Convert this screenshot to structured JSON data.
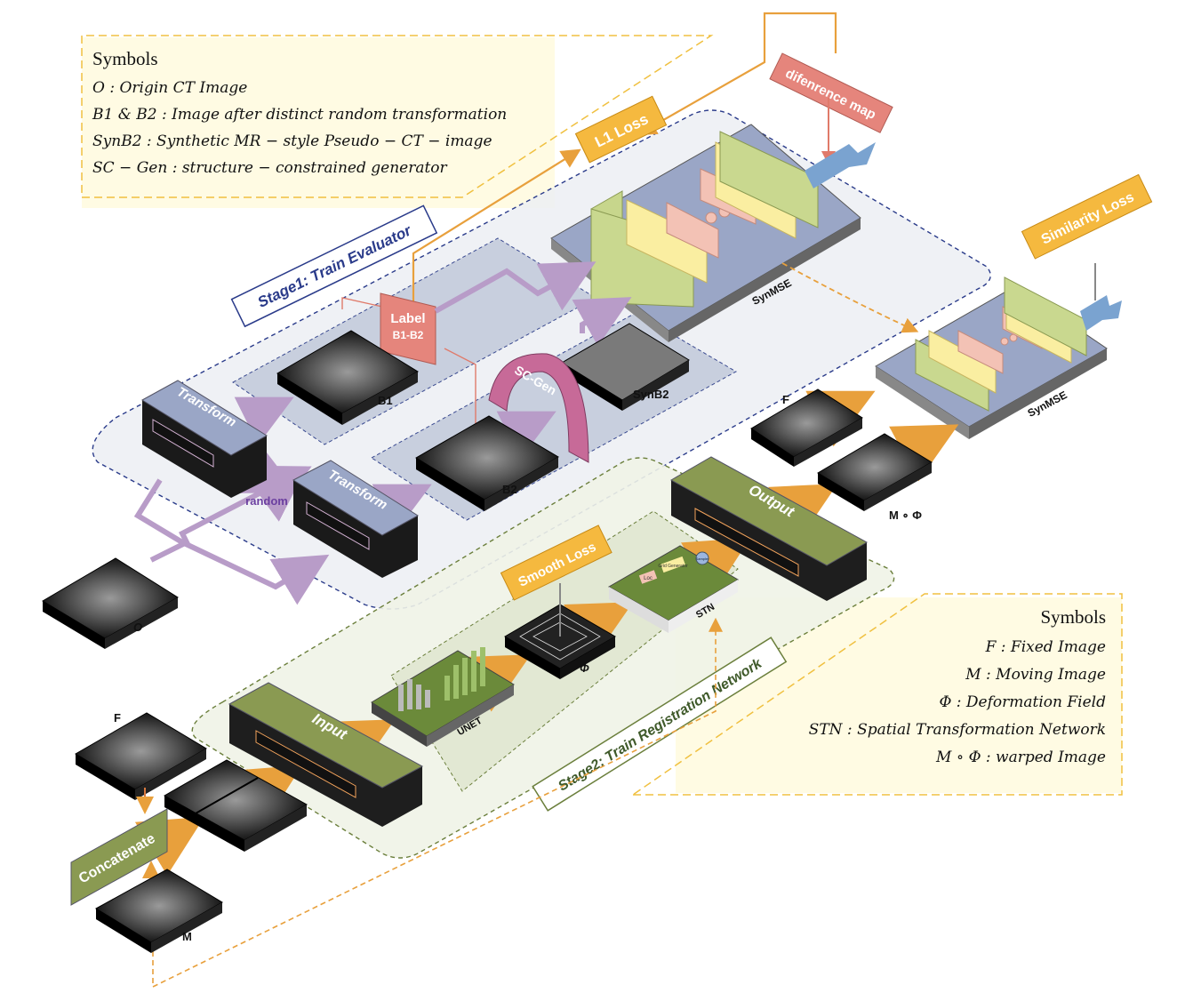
{
  "legend_top": {
    "title": "Symbols",
    "items": [
      "O :   Origin CT Image",
      "B1 & B2 : Image after distinct random transformation",
      "SynB2 : Synthetic MR − style Pseudo − CT − image",
      "SC − Gen : structure − constrained generator"
    ]
  },
  "legend_bottom": {
    "title": "Symbols",
    "items": [
      "F :   Fixed Image",
      "M : Moving Image",
      "Φ : Deformation Field",
      "STN : Spatial Transformation Network",
      "M ∘ Φ : warped Image"
    ]
  },
  "stage1": {
    "title": "Stage1: Train Evaluator"
  },
  "stage2": {
    "title": "Stage2: Train Registration Network"
  },
  "labels": {
    "transform": "Transform",
    "random": "random",
    "label_box_line1": "Label",
    "label_box_line2": "B1-B2",
    "sc_gen": "SC-Gen",
    "b1": "B1",
    "b2": "B2",
    "synb2": "SynB2",
    "origin": "O",
    "l1_loss": "L1 Loss",
    "difference_map": "difenrence map",
    "synmse": "SynMSE",
    "similarity_loss": "Similarity Loss",
    "fixed": "F",
    "moving": "M",
    "warped": "M ∘ Φ",
    "output": "Output",
    "input": "Input",
    "smooth_loss": "Smooth Loss",
    "phi": "Φ",
    "stn": "STN",
    "unet": "UNET",
    "concatenate": "Concatenate",
    "loc": "Loc",
    "grid_gen": "Grid Generator",
    "sampler": "Sampler"
  },
  "colors": {
    "orange_label": "#f5b93f",
    "salmon": "#e9857a",
    "purple_arrow": "#b89cc8",
    "orange_arrow": "#f2a35c",
    "stage1_bg": "#e6e9f0",
    "stage2_bg": "#eef2e4",
    "olive": "#8a9a52",
    "legend_border": "#f0c040"
  }
}
